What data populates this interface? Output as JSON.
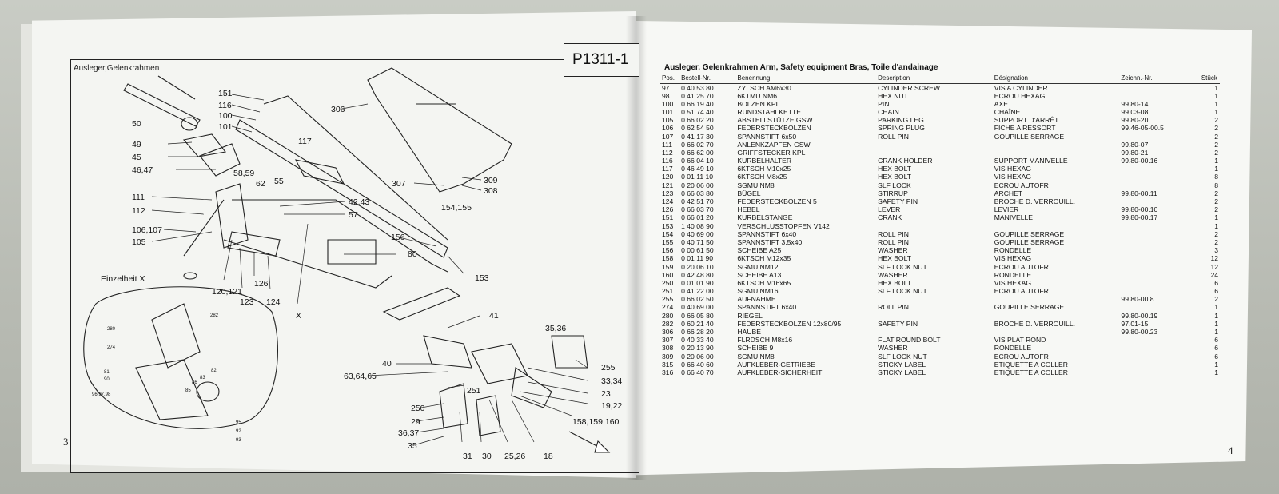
{
  "left_page": {
    "title": "Ausleger,Gelenkrahmen",
    "code": "P1311-1",
    "page_number": "3",
    "inset_title": "Einzelheit X",
    "callouts": [
      "50",
      "49",
      "45",
      "46,47",
      "111",
      "112",
      "106,107",
      "105",
      "151",
      "116",
      "100",
      "101",
      "306",
      "117",
      "58,59",
      "62",
      "55",
      "42,43",
      "57",
      "154,155",
      "156",
      "80",
      "153",
      "307",
      "309",
      "308",
      "120,121",
      "126",
      "123",
      "124",
      "X",
      "41",
      "35,36",
      "40",
      "63,64,65",
      "255",
      "33,34",
      "23",
      "19,22",
      "158,159,160",
      "251",
      "250",
      "29",
      "36,37",
      "35",
      "31",
      "30",
      "25,26",
      "18"
    ],
    "inset_callouts": [
      "282",
      "280",
      "274",
      "82",
      "81",
      "90",
      "83",
      "85",
      "86",
      "96,97,98",
      "95",
      "92",
      "93"
    ]
  },
  "right_page": {
    "page_number": "4",
    "heading": "Ausleger, Gelenkrahmen   Arm, Safety equipment   Bras, Toile d'andainage",
    "columns": [
      "Pos.",
      "Bestell-Nr.",
      "Benennung",
      "Description",
      "Désignation",
      "Zeichn.-Nr.",
      "Stück"
    ],
    "rows": [
      [
        "97",
        "0 40 53 80",
        "ZYLSCH AM6x30",
        "CYLINDER SCREW",
        "VIS A CYLINDER",
        "",
        "1"
      ],
      [
        "98",
        "0 41 25 70",
        "6KTMU NM6",
        "HEX NUT",
        "ECROU HEXAG",
        "",
        "1"
      ],
      [
        "100",
        "0 66 19 40",
        "BOLZEN KPL",
        "PIN",
        "AXE",
        "99.80-14",
        "1"
      ],
      [
        "101",
        "0 51 74 40",
        "RUNDSTAHLKETTE",
        "CHAIN",
        "CHAÎNE",
        "99.03-08",
        "1"
      ],
      [
        "105",
        "0 66 02 20",
        "ABSTELLSTÜTZE GSW",
        "PARKING LEG",
        "SUPPORT D'ARRÊT",
        "99.80-20",
        "2"
      ],
      [
        "106",
        "0 62 54 50",
        "FEDERSTECKBOLZEN",
        "SPRING PLUG",
        "FICHE A RESSORT",
        "99.46-05-00.5",
        "2"
      ],
      [
        "107",
        "0 41 17 30",
        "SPANNSTIFT 6x50",
        "ROLL PIN",
        "GOUPILLE SERRAGE",
        "",
        "2"
      ],
      [
        "111",
        "0 66 02 70",
        "ANLENKZAPFEN GSW",
        "",
        "",
        "99.80-07",
        "2"
      ],
      [
        "112",
        "0 66 62 00",
        "GRIFFSTECKER KPL",
        "",
        "",
        "99.80-21",
        "2"
      ],
      [
        "116",
        "0 66 04 10",
        "KURBELHALTER",
        "CRANK HOLDER",
        "SUPPORT MANIVELLE",
        "99.80-00.16",
        "1"
      ],
      [
        "117",
        "0 46 49 10",
        "6KTSCH M10x25",
        "HEX BOLT",
        "VIS HEXAG",
        "",
        "1"
      ],
      [
        "120",
        "0 01 11 10",
        "6KTSCH M8x25",
        "HEX BOLT",
        "VIS HEXAG",
        "",
        "8"
      ],
      [
        "121",
        "0 20 06 00",
        "SGMU NM8",
        "SLF LOCK",
        "ECROU AUTOFR",
        "",
        "8"
      ],
      [
        "123",
        "0 66 03 80",
        "BÜGEL",
        "STIRRUP",
        "ARCHET",
        "99.80-00.11",
        "2"
      ],
      [
        "124",
        "0 42 51 70",
        "FEDERSTECKBOLZEN 5",
        "SAFETY PIN",
        "BROCHE D. VERROUILL.",
        "",
        "2"
      ],
      [
        "126",
        "0 66 03 70",
        "HEBEL",
        "LEVER",
        "LEVIER",
        "99.80-00.10",
        "2"
      ],
      [
        "151",
        "0 66 01 20",
        "KURBELSTANGE",
        "CRANK",
        "MANIVELLE",
        "99.80-00.17",
        "1"
      ],
      [
        "153",
        "1 40 08 90",
        "VERSCHLUSSTOPFEN V142",
        "",
        "",
        "",
        "1"
      ],
      [
        "154",
        "0 40 69 00",
        "SPANNSTIFT 6x40",
        "ROLL PIN",
        "GOUPILLE SERRAGE",
        "",
        "2"
      ],
      [
        "155",
        "0 40 71 50",
        "SPANNSTIFT 3,5x40",
        "ROLL PIN",
        "GOUPILLE SERRAGE",
        "",
        "2"
      ],
      [
        "156",
        "0 00 61 50",
        "SCHEIBE A25",
        "WASHER",
        "RONDELLE",
        "",
        "3"
      ],
      [
        "158",
        "0 01 11 90",
        "6KTSCH M12x35",
        "HEX BOLT",
        "VIS HEXAG",
        "",
        "12"
      ],
      [
        "159",
        "0 20 06 10",
        "SGMU NM12",
        "SLF LOCK NUT",
        "ECROU AUTOFR",
        "",
        "12"
      ],
      [
        "160",
        "0 42 48 80",
        "SCHEIBE A13",
        "WASHER",
        "RONDELLE",
        "",
        "24"
      ],
      [
        "250",
        "0 01 01 90",
        "6KTSCH M16x65",
        "HEX BOLT",
        "VIS HEXAG.",
        "",
        "6"
      ],
      [
        "251",
        "0 41 22 00",
        "SGMU NM16",
        "SLF LOCK NUT",
        "ECROU AUTOFR",
        "",
        "6"
      ],
      [
        "255",
        "0 66 02 50",
        "AUFNAHME",
        "",
        "",
        "99.80-00.8",
        "2"
      ],
      [
        "274",
        "0 40 69 00",
        "SPANNSTIFT 6x40",
        "ROLL PIN",
        "GOUPILLE SERRAGE",
        "",
        "1"
      ],
      [
        "280",
        "0 66 05 80",
        "RIEGEL",
        "",
        "",
        "99.80-00.19",
        "1"
      ],
      [
        "282",
        "0 60 21 40",
        "FEDERSTECKBOLZEN 12x80/95",
        "SAFETY PIN",
        "BROCHE D. VERROUILL.",
        "97.01-15",
        "1"
      ],
      [
        "306",
        "0 66 28 20",
        "HAUBE",
        "",
        "",
        "99.80-00.23",
        "1"
      ],
      [
        "307",
        "0 40 33 40",
        "FLRDSCH M8x16",
        "FLAT ROUND BOLT",
        "VIS PLAT ROND",
        "",
        "6"
      ],
      [
        "308",
        "0 20 13 90",
        "SCHEIBE 9",
        "WASHER",
        "RONDELLE",
        "",
        "6"
      ],
      [
        "309",
        "0 20 06 00",
        "SGMU NM8",
        "SLF LOCK NUT",
        "ECROU AUTOFR",
        "",
        "6"
      ],
      [
        "315",
        "0 66 40 60",
        "AUFKLEBER-GETRIEBE",
        "STICKY LABEL",
        "ETIQUETTE A COLLER",
        "",
        "1"
      ],
      [
        "316",
        "0 66 40 70",
        "AUFKLEBER-SICHERHEIT",
        "STICKY LABEL",
        "ETIQUETTE A COLLER",
        "",
        "1"
      ]
    ]
  }
}
